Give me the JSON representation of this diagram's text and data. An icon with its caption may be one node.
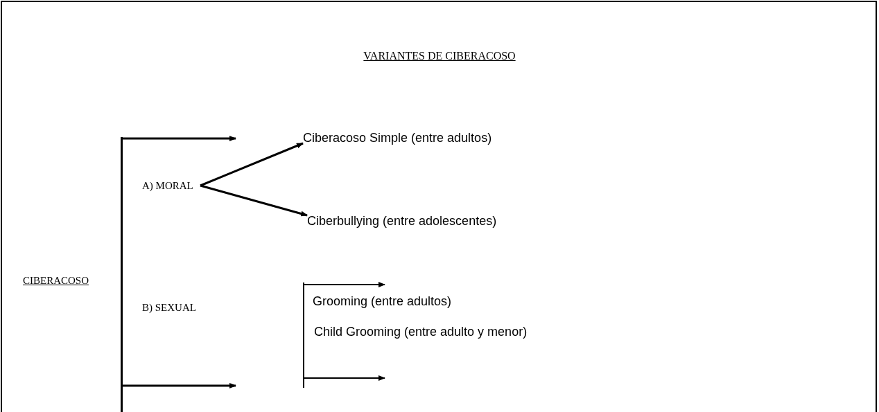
{
  "diagram": {
    "title": "VARIANTES DE CIBERACOSO",
    "nodes": [
      {
        "text": [
          "CIBERACOSO"
        ]
      },
      {
        "text": [
          "A) MORAL"
        ]
      },
      {
        "text": [
          "Ciberacoso Simple (entre adultos)"
        ]
      },
      {
        "text": [
          "Ciberbullying (entre adolescentes)"
        ]
      },
      {
        "text": [
          "B) SEXUAL"
        ]
      },
      {
        "text": [
          "Grooming (entre adultos)"
        ]
      },
      {
        "text": [
          "Child Grooming (entre adulto y menor)"
        ]
      },
      {
        "text": [],
        "shape": "bar"
      },
      {
        "text": [],
        "shape": "bar"
      }
    ],
    "edges": [
      {
        "from": 7,
        "to": null,
        "arrow": "to"
      },
      {
        "from": 7,
        "to": null,
        "arrow": "to"
      },
      {
        "from": 1,
        "to": 2,
        "arrow": "to"
      },
      {
        "from": 1,
        "to": 3,
        "arrow": "to"
      },
      {
        "from": 8,
        "to": 5,
        "arrow": "to"
      },
      {
        "from": 8,
        "to": null,
        "arrow": "to"
      }
    ]
  }
}
